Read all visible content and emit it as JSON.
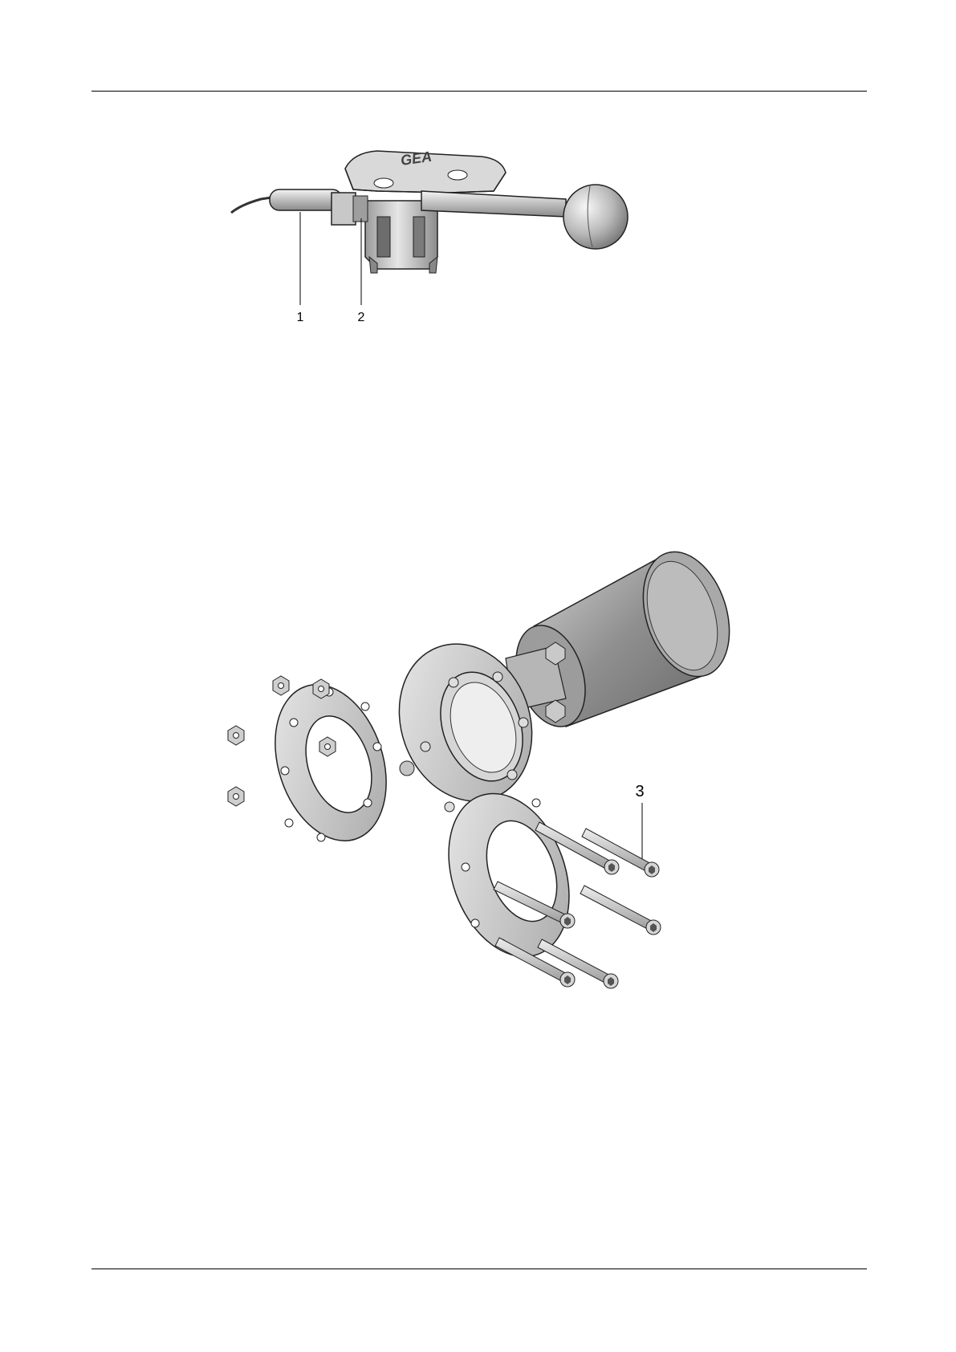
{
  "figure1": {
    "callouts": [
      {
        "id": "c1",
        "label": "1"
      },
      {
        "id": "c2",
        "label": "2"
      }
    ],
    "logo_text": "GEA"
  },
  "figure2": {
    "callouts": [
      {
        "id": "c3",
        "label": "3"
      }
    ]
  }
}
